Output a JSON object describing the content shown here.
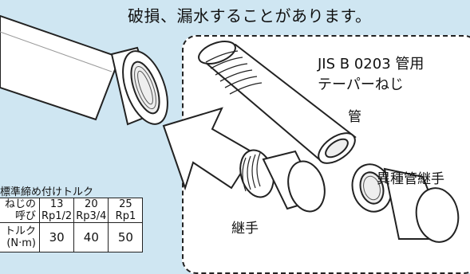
{
  "headline": "破損、漏水することがあります。",
  "callout": {
    "standard_line1": "JIS B 0203 管用",
    "standard_line2": "テーパーねじ",
    "pipe_label": "管",
    "fitting_label": "異種管継手",
    "joint_label": "継手"
  },
  "torque_table": {
    "title": "標準締め付けトルク",
    "row_labels": [
      "ねじの呼び",
      "トルク(N·m)"
    ],
    "row_label_lines": [
      [
        "ねじの",
        "呼び"
      ],
      [
        "トルク",
        "(N·m)"
      ]
    ],
    "sizes": [
      "13",
      "20",
      "25"
    ],
    "thread_specs": [
      "Rp1/2",
      "Rp3/4",
      "Rp1"
    ],
    "torques": [
      "30",
      "40",
      "50"
    ]
  },
  "colors": {
    "background": "#cfe6f2",
    "panel": "#ffffff",
    "line": "#222222"
  }
}
